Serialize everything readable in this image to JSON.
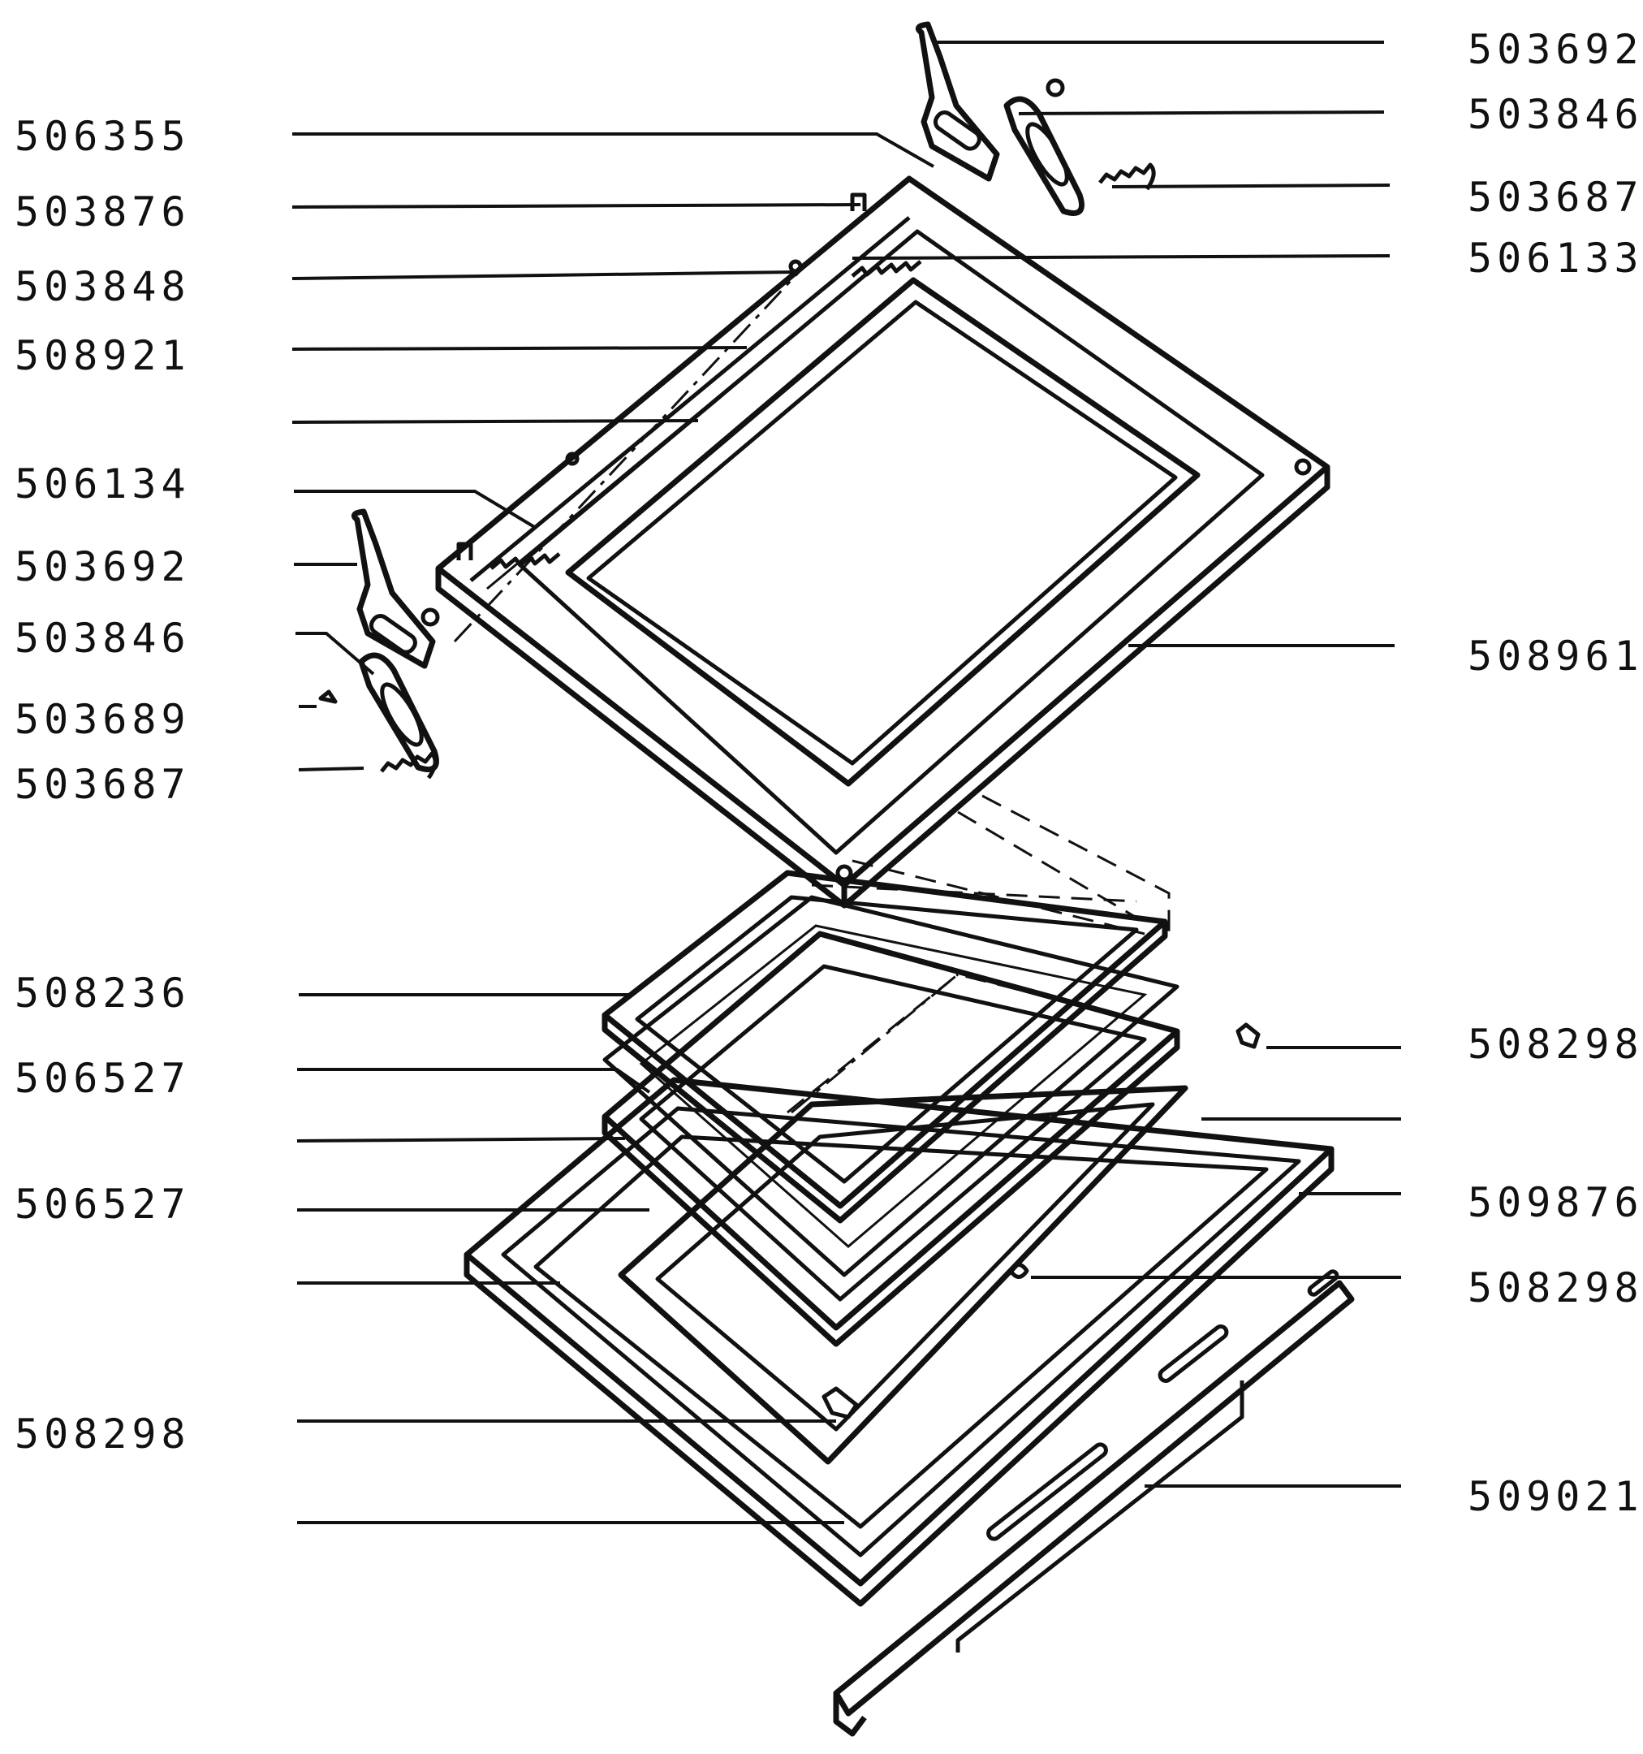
{
  "part_labels_left": [
    "506355",
    "503876",
    "503848",
    "508921",
    "506134",
    "503692",
    "503846",
    "503689",
    "503687",
    "508236",
    "506527",
    "506527",
    "508298"
  ],
  "part_labels_right": [
    "503692",
    "503846",
    "503687",
    "506133",
    "508961",
    "508298",
    "509876",
    "508298",
    "509021"
  ],
  "colors": {
    "ink": "#111111",
    "background": "#ffffff"
  }
}
